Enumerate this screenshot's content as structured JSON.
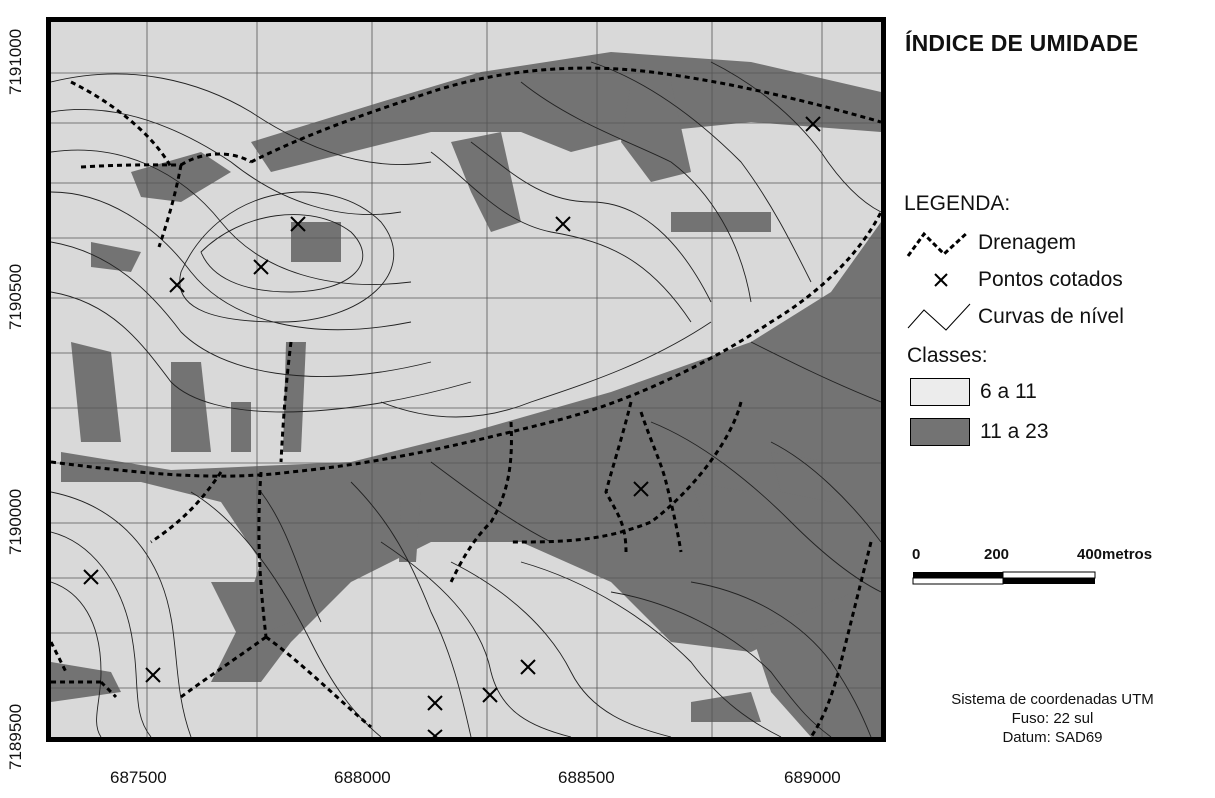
{
  "map": {
    "title": "ÍNDICE DE UMIDADE",
    "y_ticks": [
      "7191000",
      "7190500",
      "7190000",
      "7189500"
    ],
    "x_ticks": [
      "687500",
      "688000",
      "688500",
      "689000"
    ],
    "colors": {
      "class_low": "#d9d9d9",
      "class_high": "#737373",
      "frame": "#000000"
    }
  },
  "legend": {
    "title": "LEGENDA:",
    "items": [
      {
        "label": "Drenagem",
        "icon": "dashed-line"
      },
      {
        "label": "Pontos cotados",
        "icon": "cross-mark"
      },
      {
        "label": "Curvas de nível",
        "icon": "thin-line"
      }
    ],
    "classes_title": "Classes:",
    "classes": [
      {
        "label": "6 a 11",
        "color": "#ececec"
      },
      {
        "label": "11 a 23",
        "color": "#737373"
      }
    ]
  },
  "scale": {
    "labels": [
      "0",
      "200",
      "400metros"
    ]
  },
  "coord_info": {
    "lines": [
      "Sistema de coordenadas UTM",
      "Fuso: 22 sul",
      "Datum: SAD69"
    ]
  }
}
